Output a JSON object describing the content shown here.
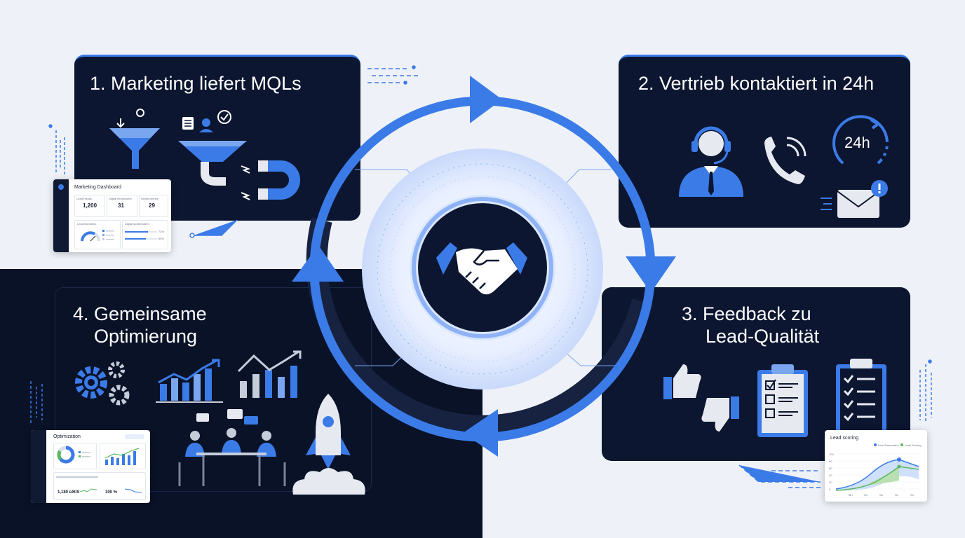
{
  "steps": [
    {
      "label": "1. Marketing liefert MQLs"
    },
    {
      "label": "2. Vertrieb kontaktiert in 24h"
    },
    {
      "label_line1": "3. Feedback zu",
      "label_line2": "Lead-Qualität"
    },
    {
      "label_line1": "4. Gemeinsame",
      "label_line2": "Optimierung"
    }
  ],
  "icons": {
    "center": "handshake-icon",
    "badge_24h": "24h"
  },
  "marketing_dashboard": {
    "title": "Marketing Dashboard",
    "kpis": [
      {
        "label": "Lead-Heads",
        "value": "1,200"
      },
      {
        "label": "Digital hendlowem",
        "value": "31"
      },
      {
        "label": "Urbeld-nienbe",
        "value": "29"
      }
    ],
    "gauge_label": "Lead-Nubsteno",
    "bars_label": "Digital stortbeodern",
    "bar_values": [
      "72%",
      "65%"
    ],
    "progress": [
      0.72,
      0.65
    ]
  },
  "optimization_dashboard": {
    "title": "Optimization",
    "kpi1_value": "1,180 вЖIS",
    "kpi2_value": "100 %"
  },
  "lead_scoring_chart": {
    "title": "Lead scoring",
    "legend": [
      "Lead Nomembro",
      "Lead Scoring"
    ],
    "y_ticks": [
      "100",
      "80",
      "60",
      "40",
      "20",
      "0"
    ],
    "x_ticks": [
      "Mn",
      "Sn",
      "Sn",
      "Sn",
      "Sn"
    ]
  },
  "colors": {
    "panel": "#0c1630",
    "accent": "#3b7be8",
    "accent_light": "#7aa6f0",
    "page": "#eef2f8"
  }
}
